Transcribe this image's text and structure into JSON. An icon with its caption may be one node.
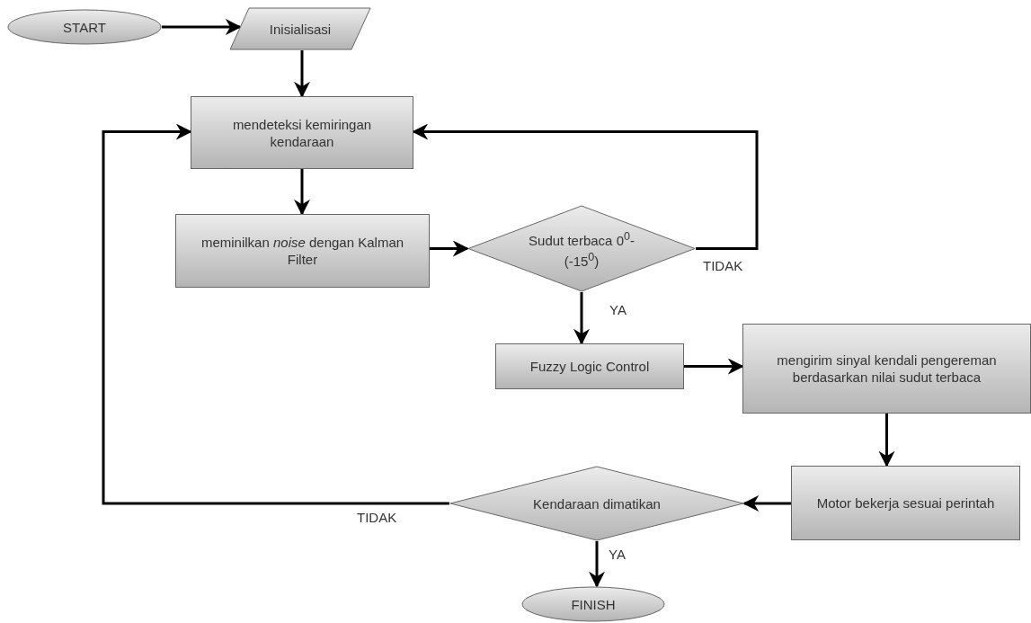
{
  "diagram": {
    "nodes": [
      {
        "text": [
          "START"
        ]
      },
      {
        "text": [
          "Inisialisasi"
        ]
      },
      {
        "text": [
          "mendeteksi kemiringan kendaraan"
        ]
      },
      {
        "text": [
          "meminilkan *noise* dengan Kalman Filter"
        ]
      },
      {
        "text": [
          "Sudut terbaca 0$^{0}$-(-15$^{0}$)"
        ]
      },
      {
        "text": [
          "Fuzzy Logic Control"
        ]
      },
      {
        "text": [
          "mengirim sinyal kendali pengereman berdasarkan nilai sudut terbaca"
        ]
      },
      {
        "text": [
          "Motor bekerja sesuai perintah"
        ]
      },
      {
        "text": [
          "Kendaraan dimatikan"
        ]
      },
      {
        "text": [
          "FINISH"
        ]
      }
    ],
    "edges": [
      {
        "from": 0,
        "to": 1,
        "arrow": "to"
      },
      {
        "from": 1,
        "to": 2,
        "arrow": "to"
      },
      {
        "from": 2,
        "to": 3,
        "arrow": "to"
      },
      {
        "from": 3,
        "to": 4,
        "arrow": "to"
      },
      {
        "from": 4,
        "to": 2,
        "arrow": "to",
        "label": "TIDAK"
      },
      {
        "from": 4,
        "to": 5,
        "arrow": "to",
        "label": "YA"
      },
      {
        "from": 5,
        "to": 6,
        "arrow": "to"
      },
      {
        "from": 6,
        "to": 7,
        "arrow": "to"
      },
      {
        "from": 7,
        "to": 8,
        "arrow": "to"
      },
      {
        "from": 8,
        "to": 2,
        "arrow": "to",
        "label": "TIDAK"
      },
      {
        "from": 8,
        "to": 9,
        "arrow": "to",
        "label": "YA"
      }
    ]
  }
}
